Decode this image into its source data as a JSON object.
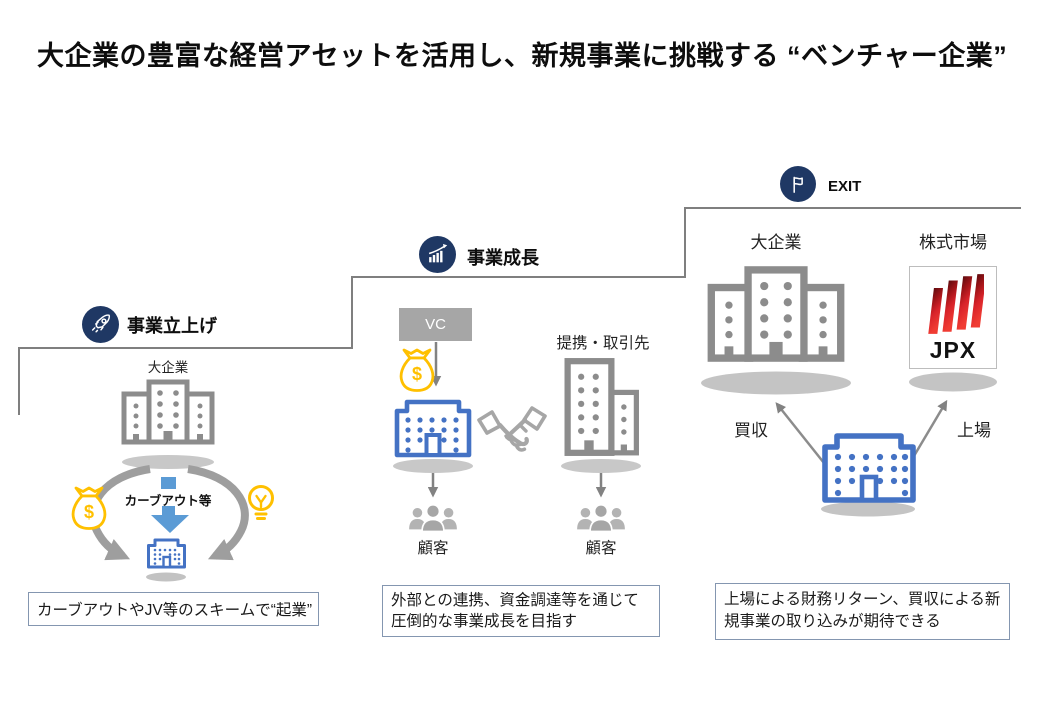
{
  "title": "大企業の豊富な経営アセットを活用し、新規事業に挑戦する “ベンチャー企業”",
  "stages": [
    {
      "label": "事業立上げ",
      "icon": "rocket-icon"
    },
    {
      "label": "事業成長",
      "icon": "growth-chart-icon"
    },
    {
      "label": "EXIT",
      "icon": "flag-icon"
    }
  ],
  "launch": {
    "company_label": "大企業",
    "carveout_label": "カーブアウト等",
    "caption": "カーブアウトやJV等のスキームで“起業”"
  },
  "growth": {
    "vc_label": "VC",
    "partner_label": "提携・取引先",
    "customer_left": "顧客",
    "customer_right": "顧客",
    "caption": "外部との連携、資金調達等を通じて圧倒的な事業成長を目指す"
  },
  "exit": {
    "company_label": "大企業",
    "market_label": "株式市場",
    "jpx_label": "JPX",
    "acquisition_label": "買収",
    "listing_label": "上場",
    "caption": "上場による財務リターン、買収による新規事業の取り込みが期待できる"
  },
  "colors": {
    "badge_navy": "#1F3864",
    "venture_blue": "#4472C4",
    "carveout_arrow_blue": "#5B9BD5",
    "building_gray": "#8C8C8C",
    "vc_gray": "#A6A6A6",
    "accent_yellow": "#FFC000",
    "jpx_red": "#D8232A",
    "caption_border": "#8496B0"
  }
}
